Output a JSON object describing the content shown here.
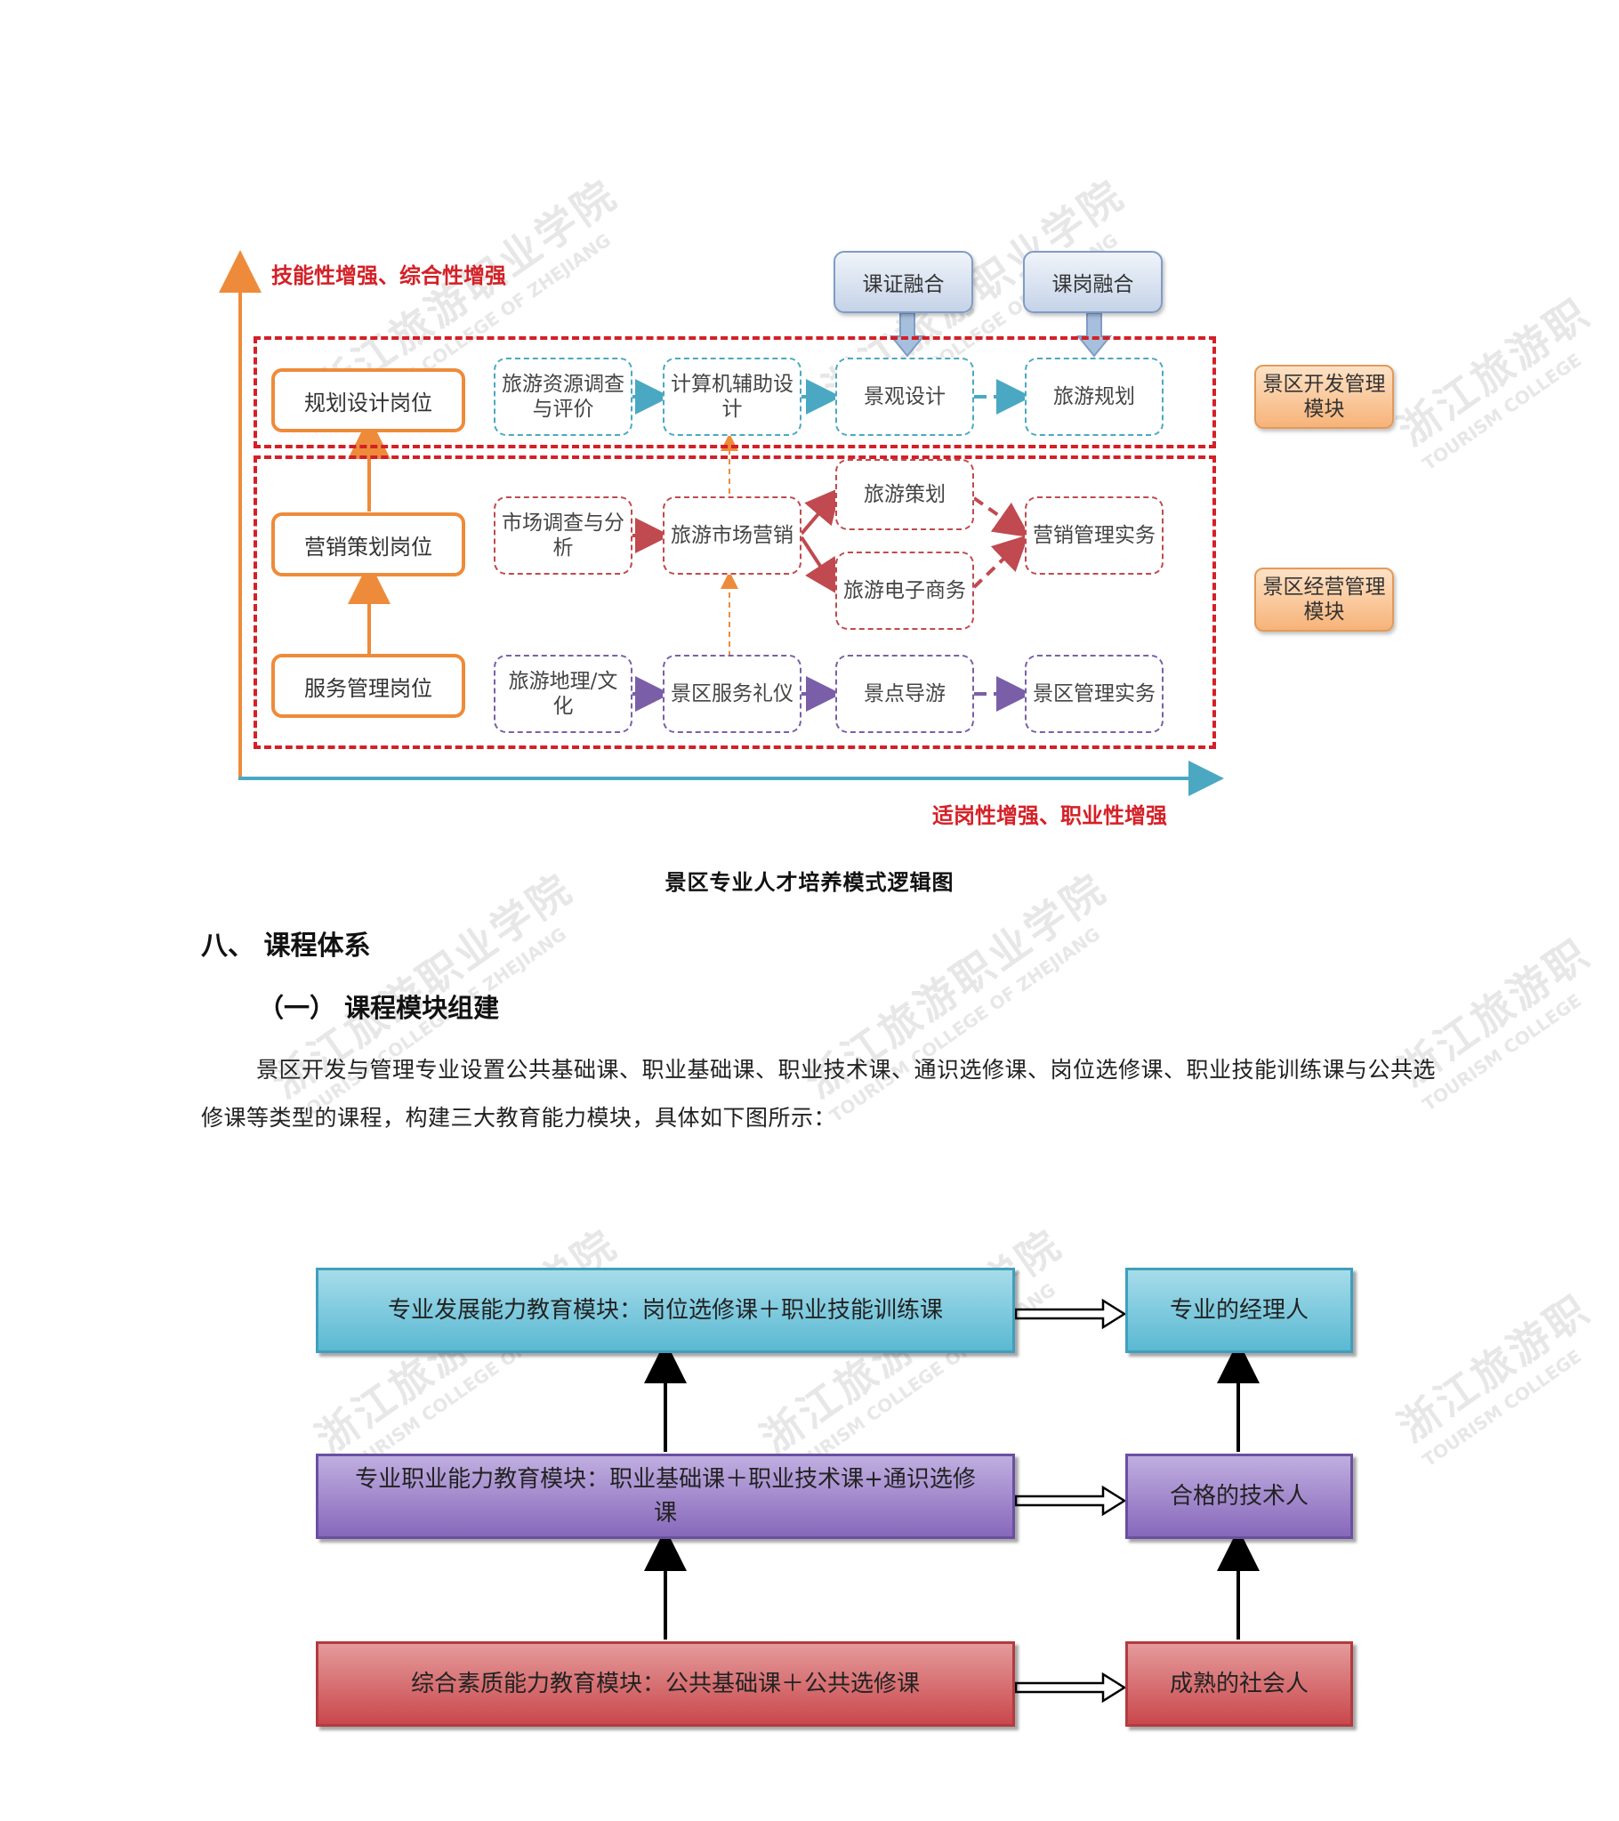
{
  "diagram1": {
    "y_axis_label": "技能性增强、综合性增强",
    "x_axis_label": "适岗性增强、职业性增强",
    "roles": [
      "规划设计岗位",
      "营销策划岗位",
      "服务管理岗位"
    ],
    "caps": [
      "课证融合",
      "课岗融合"
    ],
    "row1": [
      "旅游资源调查与评价",
      "计算机辅助设计",
      "景观设计",
      "旅游规划"
    ],
    "row2": [
      "市场调查与分析",
      "旅游市场营销",
      "旅游策划",
      "旅游电子商务",
      "营销管理实务"
    ],
    "row3": [
      "旅游地理/文化",
      "景区服务礼仪",
      "景点导游",
      "景区管理实务"
    ],
    "modules": [
      "景区开发管理模块",
      "景区经营管理模块"
    ],
    "caption": "景区专业人才培养模式逻辑图"
  },
  "section": {
    "heading": "八、 课程体系",
    "subheading": "（一） 课程模块组建",
    "paragraph": "景区开发与管理专业设置公共基础课、职业基础课、职业技术课、通识选修课、岗位选修课、职业技能训练课与公共选修课等类型的课程，构建三大教育能力模块，具体如下图所示："
  },
  "diagram2": {
    "top": "专业发展能力教育模块：岗位选修课＋职业技能训练课",
    "mid": "专业职业能力教育模块：职业基础课＋职业技术课+通识选修课",
    "bottom": "综合素质能力教育模块：公共基础课＋公共选修课",
    "out_top": "专业的经理人",
    "out_mid": "合格的技术人",
    "out_bottom": "成熟的社会人"
  },
  "colors": {
    "red": "#d42027",
    "orange": "#ee8b3a",
    "teal": "#4ba8c3",
    "purple": "#7a5fa8",
    "blue": "#5ab9d2"
  }
}
